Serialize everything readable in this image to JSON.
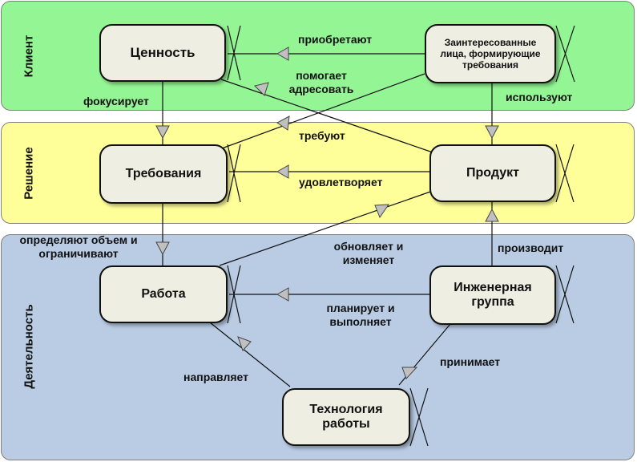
{
  "bands": {
    "client": "Клиент",
    "solution": "Решение",
    "activity": "Деятельность"
  },
  "nodes": {
    "value": "Ценность",
    "stakeholders": "Заинтересованные лица, формирующие требования",
    "requirements": "Требования",
    "product": "Продукт",
    "work": "Работа",
    "engineering_team": "Инженерная группа",
    "work_technology": "Технология работы"
  },
  "edges": {
    "acquire": "приобретают",
    "help_address": "помогает адресовать",
    "focuses": "фокусирует",
    "use": "используют",
    "require": "требуют",
    "satisfies": "удовлетворяет",
    "define_scope": "определяют объем и ограничивают",
    "updates_changes": "обновляет и изменяет",
    "produces": "производит",
    "plans_executes": "планирует и выполняет",
    "accepts": "принимает",
    "guides": "направляет"
  },
  "colors": {
    "client_band": "#93f593",
    "solution_band": "#ffff99",
    "activity_band": "#b9cce4",
    "node_fill": "#eeeee2",
    "arrow_fill": "#c0c0c0"
  }
}
